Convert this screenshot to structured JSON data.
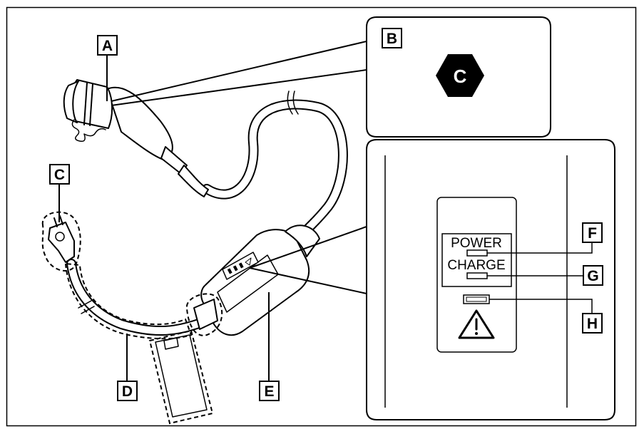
{
  "callouts": {
    "a": "A",
    "b": "B",
    "c": "C",
    "d": "D",
    "e": "E",
    "f": "F",
    "g": "G",
    "h": "H"
  },
  "hexagon_label": "C",
  "panel": {
    "power_label": "POWER",
    "charge_label": "CHARGE"
  },
  "icons": [
    "warning-triangle-icon",
    "power-plug-icon",
    "charge-connector-icon"
  ],
  "colors": {
    "line": "#000000",
    "background": "#ffffff",
    "hexagon_fill": "#000000",
    "hexagon_text": "#ffffff"
  }
}
